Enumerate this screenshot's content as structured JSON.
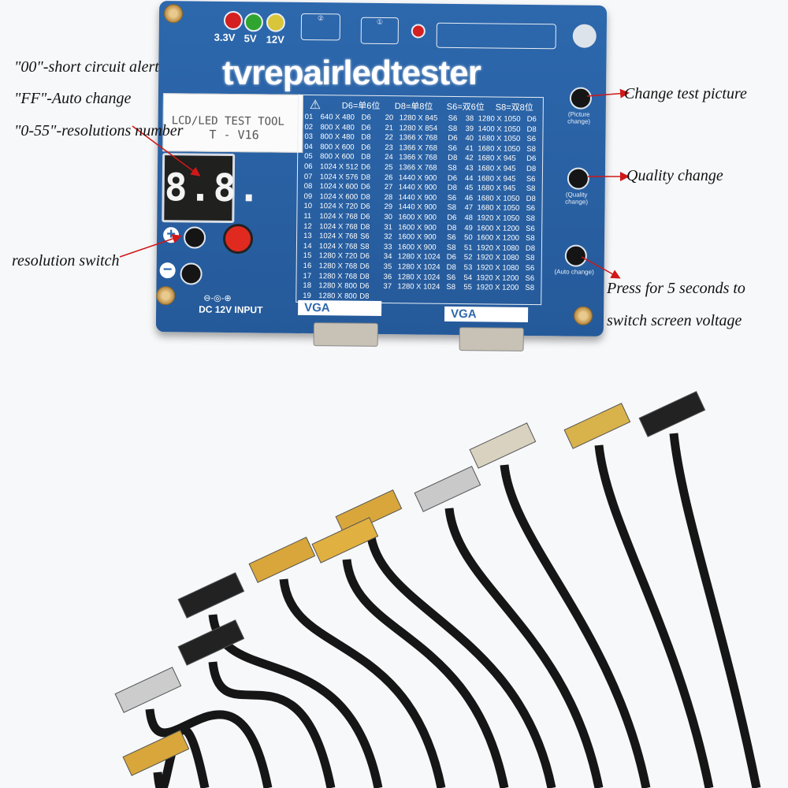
{
  "board": {
    "voltages": [
      "3.3V",
      "5V",
      "12V"
    ],
    "led_colors": [
      "#d42020",
      "#2fa52f",
      "#d8c53a"
    ],
    "title_line1": "LCD/LED TEST TOOL",
    "title_line2": "T - V16",
    "display": "8.8.",
    "plus": "+",
    "minus": "−",
    "dc_input": "DC 12V INPUT",
    "vga_left": "VGA",
    "vga_right": "VGA",
    "button_picture": "(Picture change)",
    "button_quality": "(Quality change)",
    "button_auto": "(Auto change)",
    "watermark": "tvrepairledtester"
  },
  "table": {
    "legend": [
      "D6=单6位",
      "D8=单8位",
      "S6=双6位",
      "S8=双8位"
    ],
    "columns": [
      [
        [
          "01",
          "640 X 480",
          "D6"
        ],
        [
          "02",
          "800 X 480",
          "D6"
        ],
        [
          "03",
          "800 X 480",
          "D8"
        ],
        [
          "04",
          "800 X 600",
          "D6"
        ],
        [
          "05",
          "800 X 600",
          "D8"
        ],
        [
          "06",
          "1024 X 512",
          "D6"
        ],
        [
          "07",
          "1024 X 576",
          "D8"
        ],
        [
          "08",
          "1024 X 600",
          "D6"
        ],
        [
          "09",
          "1024 X 600",
          "D8"
        ],
        [
          "10",
          "1024 X 720",
          "D6"
        ],
        [
          "11",
          "1024 X 768",
          "D6"
        ],
        [
          "12",
          "1024 X 768",
          "D8"
        ],
        [
          "13",
          "1024 X 768",
          "S6"
        ],
        [
          "14",
          "1024 X 768",
          "S8"
        ],
        [
          "15",
          "1280 X 720",
          "D6"
        ],
        [
          "16",
          "1280 X 768",
          "D6"
        ],
        [
          "17",
          "1280 X 768",
          "D8"
        ],
        [
          "18",
          "1280 X 800",
          "D6"
        ],
        [
          "19",
          "1280 X 800",
          "D8"
        ]
      ],
      [
        [
          "20",
          "1280 X 845",
          "S6"
        ],
        [
          "21",
          "1280 X 854",
          "S8"
        ],
        [
          "22",
          "1366 X 768",
          "D6"
        ],
        [
          "23",
          "1366 X 768",
          "S6"
        ],
        [
          "24",
          "1366 X 768",
          "D8"
        ],
        [
          "25",
          "1366 X 768",
          "S8"
        ],
        [
          "26",
          "1440 X 900",
          "D6"
        ],
        [
          "27",
          "1440 X 900",
          "D8"
        ],
        [
          "28",
          "1440 X 900",
          "S6"
        ],
        [
          "29",
          "1440 X 900",
          "S8"
        ],
        [
          "30",
          "1600 X 900",
          "D6"
        ],
        [
          "31",
          "1600 X 900",
          "D8"
        ],
        [
          "32",
          "1600 X 900",
          "S6"
        ],
        [
          "33",
          "1600 X 900",
          "S8"
        ],
        [
          "34",
          "1280 X 1024",
          "D6"
        ],
        [
          "35",
          "1280 X 1024",
          "D8"
        ],
        [
          "36",
          "1280 X 1024",
          "S6"
        ],
        [
          "37",
          "1280 X 1024",
          "S8"
        ]
      ],
      [
        [
          "38",
          "1280 X 1050",
          "D6"
        ],
        [
          "39",
          "1400 X 1050",
          "D8"
        ],
        [
          "40",
          "1680 X 1050",
          "S6"
        ],
        [
          "41",
          "1680 X 1050",
          "S8"
        ],
        [
          "42",
          "1680 X 945",
          "D6"
        ],
        [
          "43",
          "1680 X 945",
          "D8"
        ],
        [
          "44",
          "1680 X 945",
          "S6"
        ],
        [
          "45",
          "1680 X 945",
          "S8"
        ],
        [
          "46",
          "1680 X 1050",
          "D8"
        ],
        [
          "47",
          "1680 X 1050",
          "S6"
        ],
        [
          "48",
          "1920 X 1050",
          "S8"
        ],
        [
          "49",
          "1600 X 1200",
          "S6"
        ],
        [
          "50",
          "1600 X 1200",
          "S8"
        ],
        [
          "51",
          "1920 X 1080",
          "D8"
        ],
        [
          "52",
          "1920 X 1080",
          "S8"
        ],
        [
          "53",
          "1920 X 1080",
          "S6"
        ],
        [
          "54",
          "1920 X 1200",
          "S6"
        ],
        [
          "55",
          "1920 X 1200",
          "S8"
        ]
      ]
    ]
  },
  "annotations": {
    "short_circuit": "\"00\"-short circuit alert",
    "auto_change": "\"FF\"-Auto change",
    "resolutions": "\"0-55\"-resolutions number",
    "resolution_switch": "resolution switch",
    "change_picture": "Change test picture",
    "quality_change": "Quality change",
    "press_line1": "Press for 5 seconds to",
    "press_line2": "switch screen voltage"
  },
  "colors": {
    "board": "#2d68ad",
    "arrow": "#d01818",
    "cable": "#161616"
  }
}
